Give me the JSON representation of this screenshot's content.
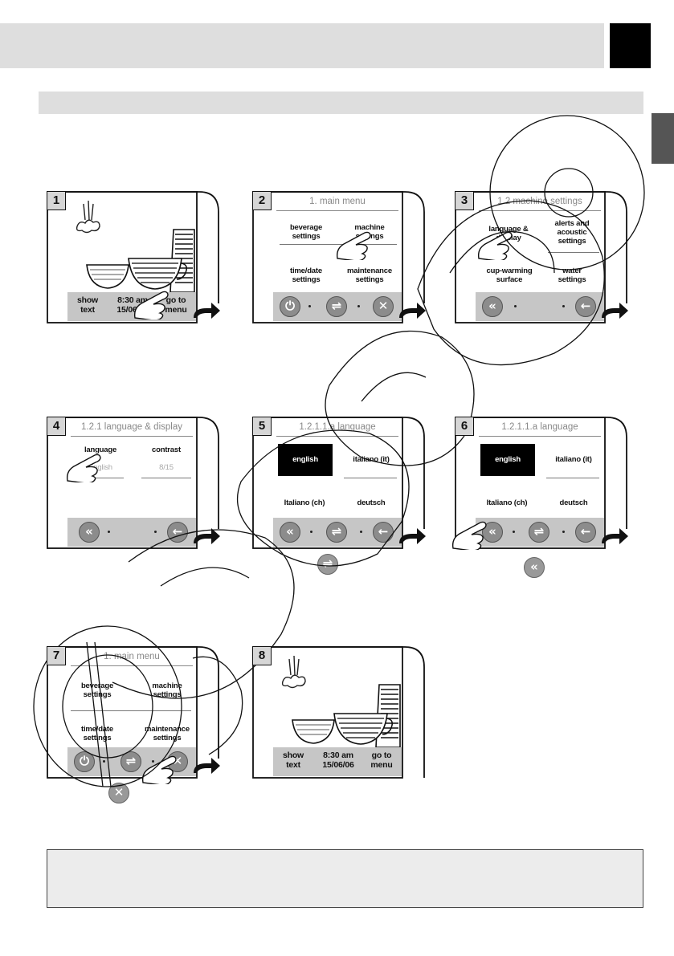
{
  "icons": {
    "standby": "power-icon",
    "scroll": "scroll-arrows-icon",
    "exit": "close-x-icon",
    "back": "double-chevron-back-icon",
    "previous": "left-arrow-icon",
    "next_step": "curved-next-arrow-icon",
    "pointer": "pointing-hand-icon",
    "steam": "steam-icon",
    "cups": "coffee-cups-icon"
  },
  "colors": {
    "bar": "#c6c6c6",
    "button": "#8c8c8c",
    "selected": "#000000",
    "header_text": "#888888"
  },
  "steps": [
    {
      "num": "1",
      "home": {
        "left": "show\ntext",
        "center": "8:30 am\n15/06/06",
        "right": "go to\nmenu"
      }
    },
    {
      "num": "2",
      "header": "1. main menu",
      "items": [
        "beverage\nsettings",
        "machine\nsettings",
        "time/date\nsettings",
        "maintenance\nsettings"
      ]
    },
    {
      "num": "3",
      "header": "1.2 machine settings",
      "items": [
        "language &\ndisplay",
        "alerts and\nacoustic\nsettings",
        "cup-warming\nsurface",
        "water\nsettings"
      ]
    },
    {
      "num": "4",
      "header": "1.2.1  language & display",
      "items": [
        "language",
        "contrast"
      ],
      "values": [
        "English",
        "8/15"
      ]
    },
    {
      "num": "5",
      "header": "1.2.1.1.a language",
      "items": [
        "english",
        "italiano (it)",
        "Italiano (ch)",
        "deutsch"
      ]
    },
    {
      "num": "6",
      "header": "1.2.1.1.a language",
      "items": [
        "english",
        "italiano (it)",
        "Italiano (ch)",
        "deutsch"
      ]
    },
    {
      "num": "7",
      "header": "1. main menu",
      "items": [
        "beverage\nsettings",
        "machine\nsettings",
        "time/date\nsettings",
        "maintenance\nsettings"
      ]
    },
    {
      "num": "8",
      "home": {
        "left": "show\ntext",
        "center": "8:30 am\n15/06/06",
        "right": "go to\nmenu"
      }
    }
  ]
}
